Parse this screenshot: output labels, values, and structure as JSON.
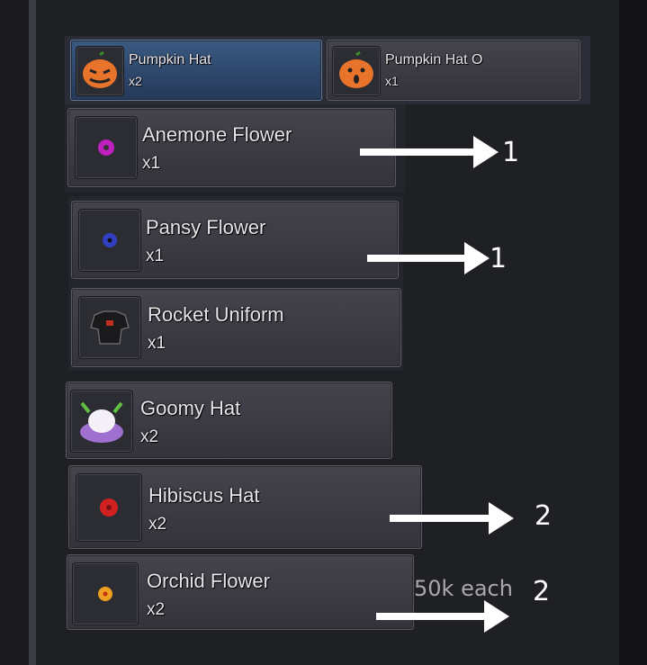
{
  "items": [
    {
      "name": "Pumpkin Hat",
      "qty": "x2",
      "icon": "pumpkin-angry-icon",
      "selected": true
    },
    {
      "name": "Pumpkin Hat O",
      "qty": "x1",
      "icon": "pumpkin-surprised-icon"
    },
    {
      "name": "Anemone Flower",
      "qty": "x1",
      "icon": "anemone-flower-icon"
    },
    {
      "name": "Pansy Flower",
      "qty": "x1",
      "icon": "pansy-flower-icon"
    },
    {
      "name": "Rocket Uniform",
      "qty": "x1",
      "icon": "rocket-uniform-icon"
    },
    {
      "name": "Goomy Hat",
      "qty": "x2",
      "icon": "goomy-hat-icon"
    },
    {
      "name": "Hibiscus Hat",
      "qty": "x2",
      "icon": "hibiscus-hat-icon"
    },
    {
      "name": "Orchid Flower",
      "qty": "x2",
      "icon": "orchid-flower-icon"
    }
  ],
  "annotations": {
    "anemone": "1",
    "pansy": "1",
    "hibiscus": "2",
    "orchid": "2",
    "price": "50k each"
  },
  "colors": {
    "anemone": "#c020c0",
    "pansy": "#3040c0",
    "hibiscus": "#d02020",
    "orchid": "#f0a020",
    "pumpkin": "#e8742c"
  }
}
